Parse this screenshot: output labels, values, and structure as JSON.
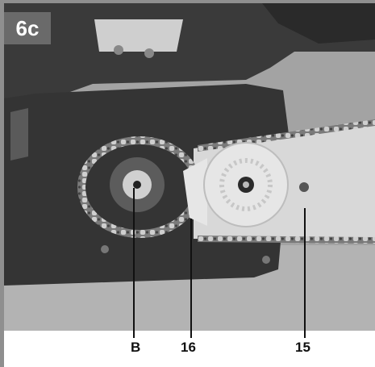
{
  "figure": {
    "id_label": "6c",
    "callouts": [
      {
        "text": "B",
        "target": "sprocket-cover-screw"
      },
      {
        "text": "16",
        "target": "chain-drive-sprocket"
      },
      {
        "text": "15",
        "target": "guide-bar"
      }
    ]
  },
  "colors": {
    "badge_background": "#6a6a6a",
    "housing": "#2f2f2f",
    "guide_bar": "#d8d8d8",
    "tensioner_knob": "#e6e6e6",
    "callout_text": "#111111"
  }
}
